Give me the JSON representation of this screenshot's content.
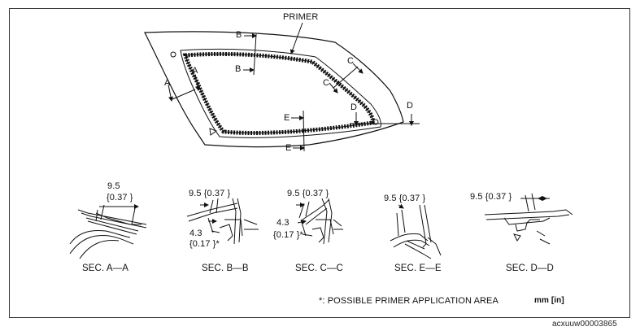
{
  "labels": {
    "primer": "PRIMER",
    "sec_b_top": "B",
    "sec_b_bottom": "B",
    "sec_a_left": "A",
    "sec_a_right": "A",
    "sec_c_top": "C",
    "sec_c_bottom": "C",
    "sec_d_left": "D",
    "sec_d_right": "D",
    "sec_e_top": "E",
    "sec_e_bottom": "E"
  },
  "sections": [
    {
      "caption": "SEC. A—A",
      "dim1_value": "9.5",
      "dim1_inch": "{0.37 }"
    },
    {
      "caption": "SEC. B—B",
      "dim1": "9.5 {0.37 }",
      "dim2_value": "4.3",
      "dim2_inch": "{0.17 }*"
    },
    {
      "caption": "SEC. C—C",
      "dim1": "9.5 {0.37 }",
      "dim2_value": "4.3",
      "dim2_inch": "{0.17 }*"
    },
    {
      "caption": "SEC. E—E",
      "dim1": "9.5 {0.37 }"
    },
    {
      "caption": "SEC. D—D",
      "dim1": "9.5 {0.37 }"
    }
  ],
  "footnote": "*: POSSIBLE PRIMER APPLICATION AREA",
  "units": "mm [in]",
  "figure_code": "acxuuw00003865"
}
